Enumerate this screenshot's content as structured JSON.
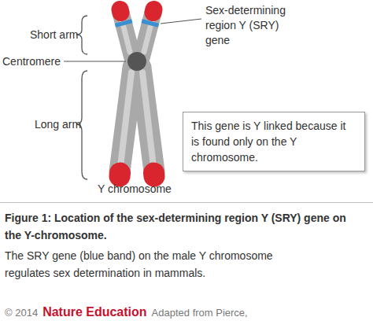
{
  "diagram": {
    "caption": "Figure 1: Location of the sex-determining region Y (SRY) gene on the Y-chromosome.",
    "nodes": [
      {
        "text": [
          "This gene is Y linked because it is found only on the Y chromosome."
        ]
      }
    ],
    "labels": [
      "Short arm",
      "Centromere",
      "Long arm",
      "Sex-determining region Y (SRY) gene",
      "Y chromosome",
      "The SRY gene (blue band) on the male Y chromosome regulates sex determination in mammals.",
      "© 2014",
      "Nature Education",
      "Adapted from Pierce,"
    ]
  }
}
